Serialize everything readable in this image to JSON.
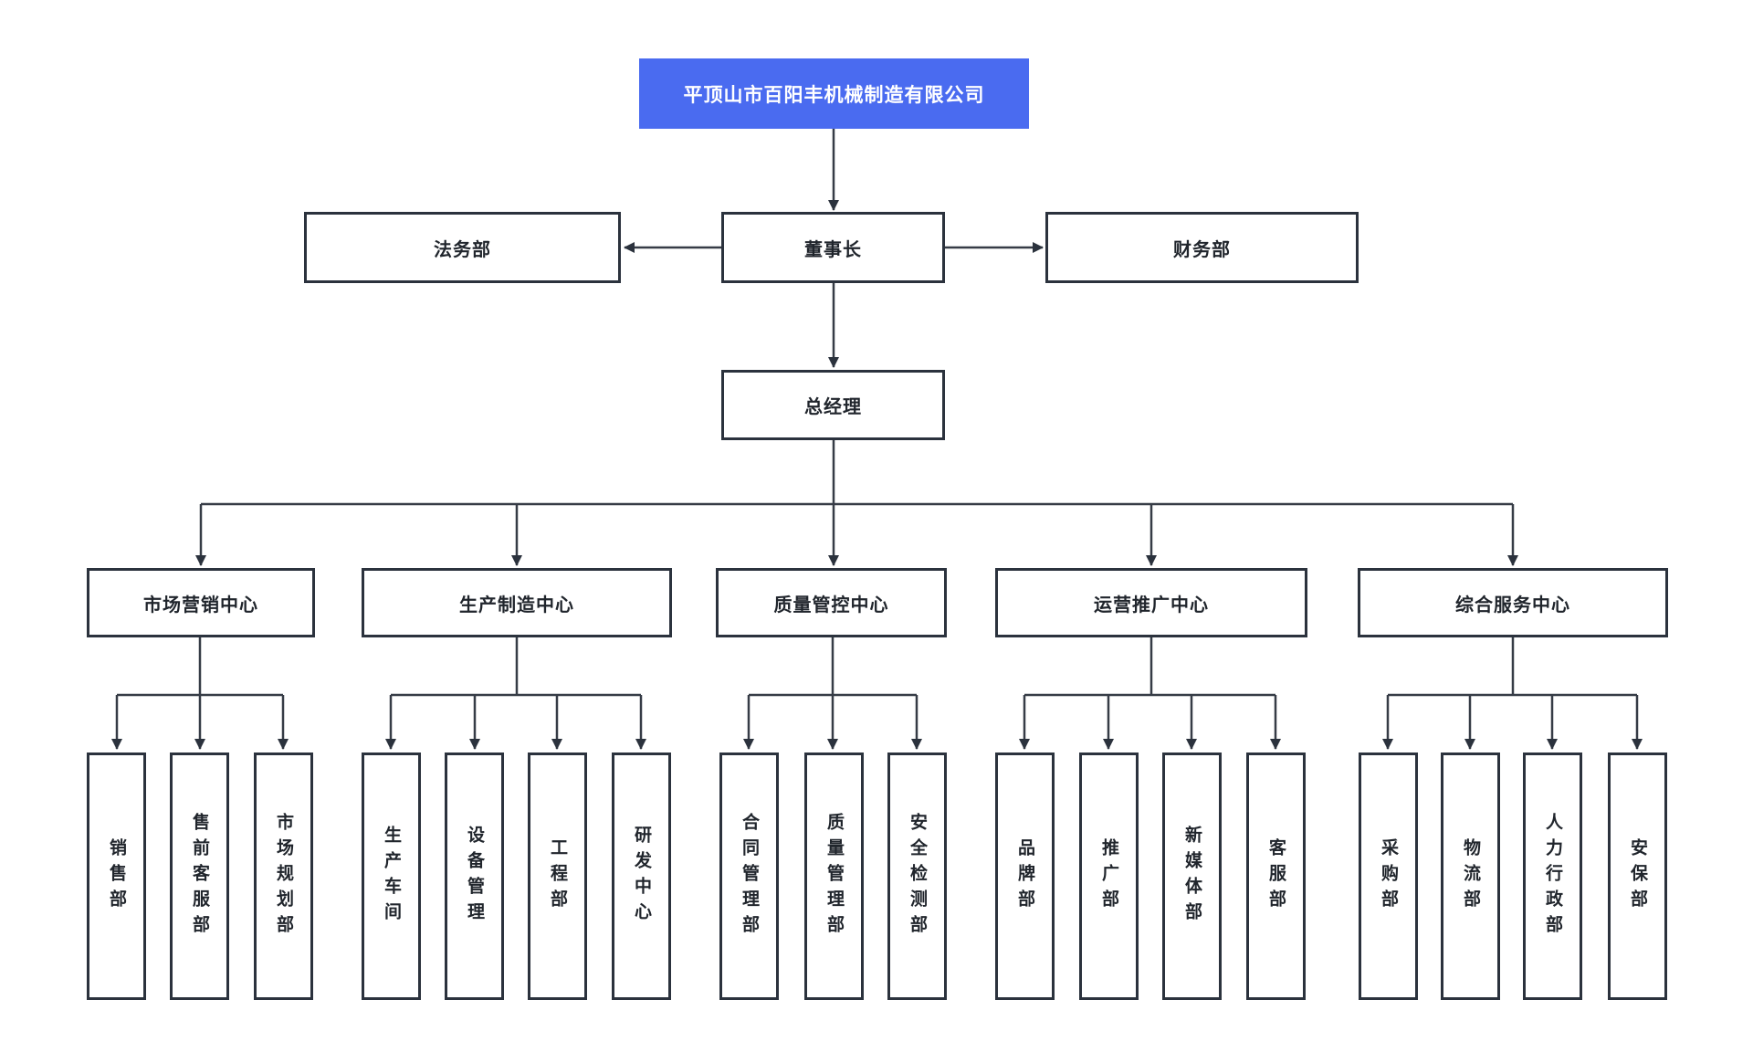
{
  "page": {
    "background": "#ffffff"
  },
  "colors": {
    "root_fill": "#4a6bf0",
    "root_text": "#ffffff",
    "node_border": "#2b323d",
    "node_text": "#20252c",
    "connector": "#363c46"
  },
  "org_chart": {
    "root": {
      "label": "平顶山市百阳丰机械制造有限公司"
    },
    "level2": {
      "legal": "法务部",
      "chairman": "董事长",
      "finance": "财务部"
    },
    "level3": {
      "general_manager": "总经理"
    },
    "centers": [
      {
        "label": "市场营销中心",
        "children": [
          "销售部",
          "售前客服部",
          "市场规划部"
        ]
      },
      {
        "label": "生产制造中心",
        "children": [
          "生产车间",
          "设备管理",
          "工程部",
          "研发中心"
        ]
      },
      {
        "label": "质量管控中心",
        "children": [
          "合同管理部",
          "质量管理部",
          "安全检测部"
        ]
      },
      {
        "label": "运营推广中心",
        "children": [
          "品牌部",
          "推广部",
          "新媒体部",
          "客服部"
        ]
      },
      {
        "label": "综合服务中心",
        "children": [
          "采购部",
          "物流部",
          "人力行政部",
          "安保部"
        ]
      }
    ]
  }
}
